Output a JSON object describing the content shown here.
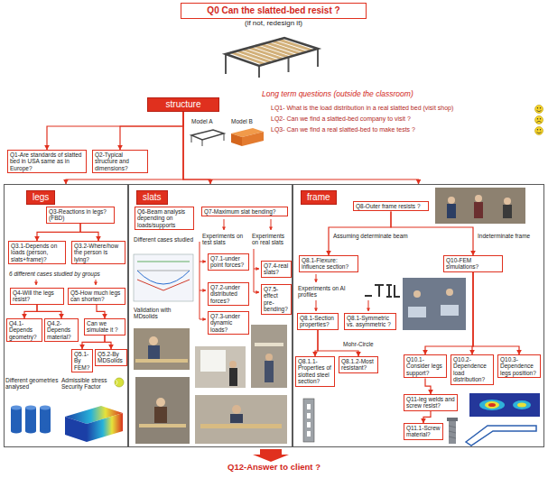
{
  "diagram": {
    "nodes": [
      {
        "text": [
          "Q0 Can the slatted-bed resist ?"
        ]
      },
      {
        "text": [
          "structure"
        ]
      },
      {
        "text": [
          "Q1-Are standards of slatted bed in USA same as in Europe?"
        ]
      },
      {
        "text": [
          "Q2-Typical structure and dimensions?"
        ]
      },
      {
        "text": [
          "legs"
        ]
      },
      {
        "text": [
          "Q3-Reactions in legs?(FBD)"
        ],
        "in": 4
      },
      {
        "text": [
          "Q3.1-Depends on loads (person, slats+frame)?"
        ],
        "in": 4
      },
      {
        "text": [
          "Q3.2-Where/how the person is lying?"
        ],
        "in": 4
      },
      {
        "text": [
          "Q4-Will the legs resist?"
        ],
        "in": 4
      },
      {
        "text": [
          "Q5-How much legs can shorten?"
        ],
        "in": 4
      },
      {
        "text": [
          "Can we simulate it ?"
        ],
        "in": 4
      },
      {
        "text": [
          "Q4.1-Depends geometry?"
        ],
        "in": 4
      },
      {
        "text": [
          "Q4.2-Depends material?"
        ],
        "in": 4
      },
      {
        "text": [
          "Q5.1-By FEM?"
        ],
        "in": 4
      },
      {
        "text": [
          "Q5.2-By MDSolids"
        ],
        "in": 4
      },
      {
        "text": [
          "slats"
        ]
      },
      {
        "text": [
          "Q6-Beam analysis depending on loads/supports"
        ],
        "in": 15
      },
      {
        "text": [
          "Q7-Maximum slat bending?"
        ],
        "in": 15
      },
      {
        "text": [
          "Q7.1-under point forces?"
        ],
        "in": 15
      },
      {
        "text": [
          "Q7.2-under distributed forces?"
        ],
        "in": 15
      },
      {
        "text": [
          "Q7.3-under dynamic loads?"
        ],
        "in": 15
      },
      {
        "text": [
          "Q7.4-real slats?"
        ],
        "in": 15
      },
      {
        "text": [
          "Q7.5-effect pre-bending?"
        ],
        "in": 15
      },
      {
        "text": [
          "frame"
        ]
      },
      {
        "text": [
          "Q8-Outer frame resists ?"
        ],
        "in": 23
      },
      {
        "text": [
          "Q8.1-Flexure: influence section?"
        ],
        "in": 23
      },
      {
        "text": [
          "Q10-FEM simulations?"
        ],
        "in": 23
      },
      {
        "text": [
          "Q8.1-Section properties?"
        ],
        "in": 23
      },
      {
        "text": [
          "Q8.1-Symmetric vs. asymmetric ?"
        ],
        "in": 23
      },
      {
        "text": [
          "Q8.1.1-Properties of slotted steel section?"
        ],
        "in": 23
      },
      {
        "text": [
          "Q8.1.2-Most resistant?"
        ],
        "in": 23
      },
      {
        "text": [
          "Q10.1-Consider legs support?"
        ],
        "in": 23
      },
      {
        "text": [
          "Q10.2-Dependence load distribution?"
        ],
        "in": 23
      },
      {
        "text": [
          "Q10.3-Dependence legs position?"
        ],
        "in": 23
      },
      {
        "text": [
          "Q11-leg welds and screw resist?"
        ],
        "in": 23
      },
      {
        "text": [
          "Q11.1-Screw material?"
        ],
        "in": 23
      }
    ],
    "edges": [
      {
        "from": 1,
        "to": 2,
        "arrow": "to"
      },
      {
        "from": 1,
        "to": 3,
        "arrow": "to"
      },
      {
        "from": 1,
        "to": 4,
        "arrow": "to"
      },
      {
        "from": 1,
        "to": 15,
        "arrow": "to"
      },
      {
        "from": 1,
        "to": 23,
        "arrow": "to"
      },
      {
        "from": 5,
        "to": 6,
        "arrow": "to"
      },
      {
        "from": 5,
        "to": 7,
        "arrow": "to"
      },
      {
        "from": 8,
        "to": 11,
        "arrow": "to"
      },
      {
        "from": 8,
        "to": 12,
        "arrow": "to"
      },
      {
        "from": 9,
        "to": 10,
        "arrow": "to"
      },
      {
        "from": 10,
        "to": 13,
        "arrow": "to"
      },
      {
        "from": 10,
        "to": 14,
        "arrow": "to"
      },
      {
        "from": 24,
        "to": 25,
        "label": "Assuming determinate beam",
        "arrow": "to"
      },
      {
        "from": 24,
        "to": 26,
        "label": "Indeterminate frame",
        "arrow": "to"
      },
      {
        "from": 27,
        "to": 29,
        "arrow": "to"
      },
      {
        "from": 27,
        "to": 30,
        "arrow": "to"
      },
      {
        "from": 26,
        "to": 31,
        "arrow": "to"
      },
      {
        "from": 26,
        "to": 32,
        "arrow": "to"
      },
      {
        "from": 26,
        "to": 33,
        "arrow": "to"
      },
      {
        "from": 31,
        "to": 34,
        "arrow": "to"
      },
      {
        "from": 34,
        "to": 35,
        "arrow": "to"
      }
    ],
    "labels": [
      "(if not, redesign it)",
      "Long term questions (outside the classroom)",
      "LQ1- What is the load distribution in a real slatted bed (visit shop)",
      "LQ2- Can we find a slatted-bed company to visit ?",
      "LQ3- Can we find a real slatted-bed to make tests ?",
      "Model A",
      "Model B",
      "6 different cases studied by groups",
      "Different geometries analysed",
      "Admissible stress Security Factor",
      "Different cases studied",
      "Experiments on test slats",
      "Experiments on real slats",
      "Validation with MDsolids",
      "Experiments on Al profiles",
      "Mohr-Circle",
      "Q12-Answer to client ?"
    ]
  }
}
